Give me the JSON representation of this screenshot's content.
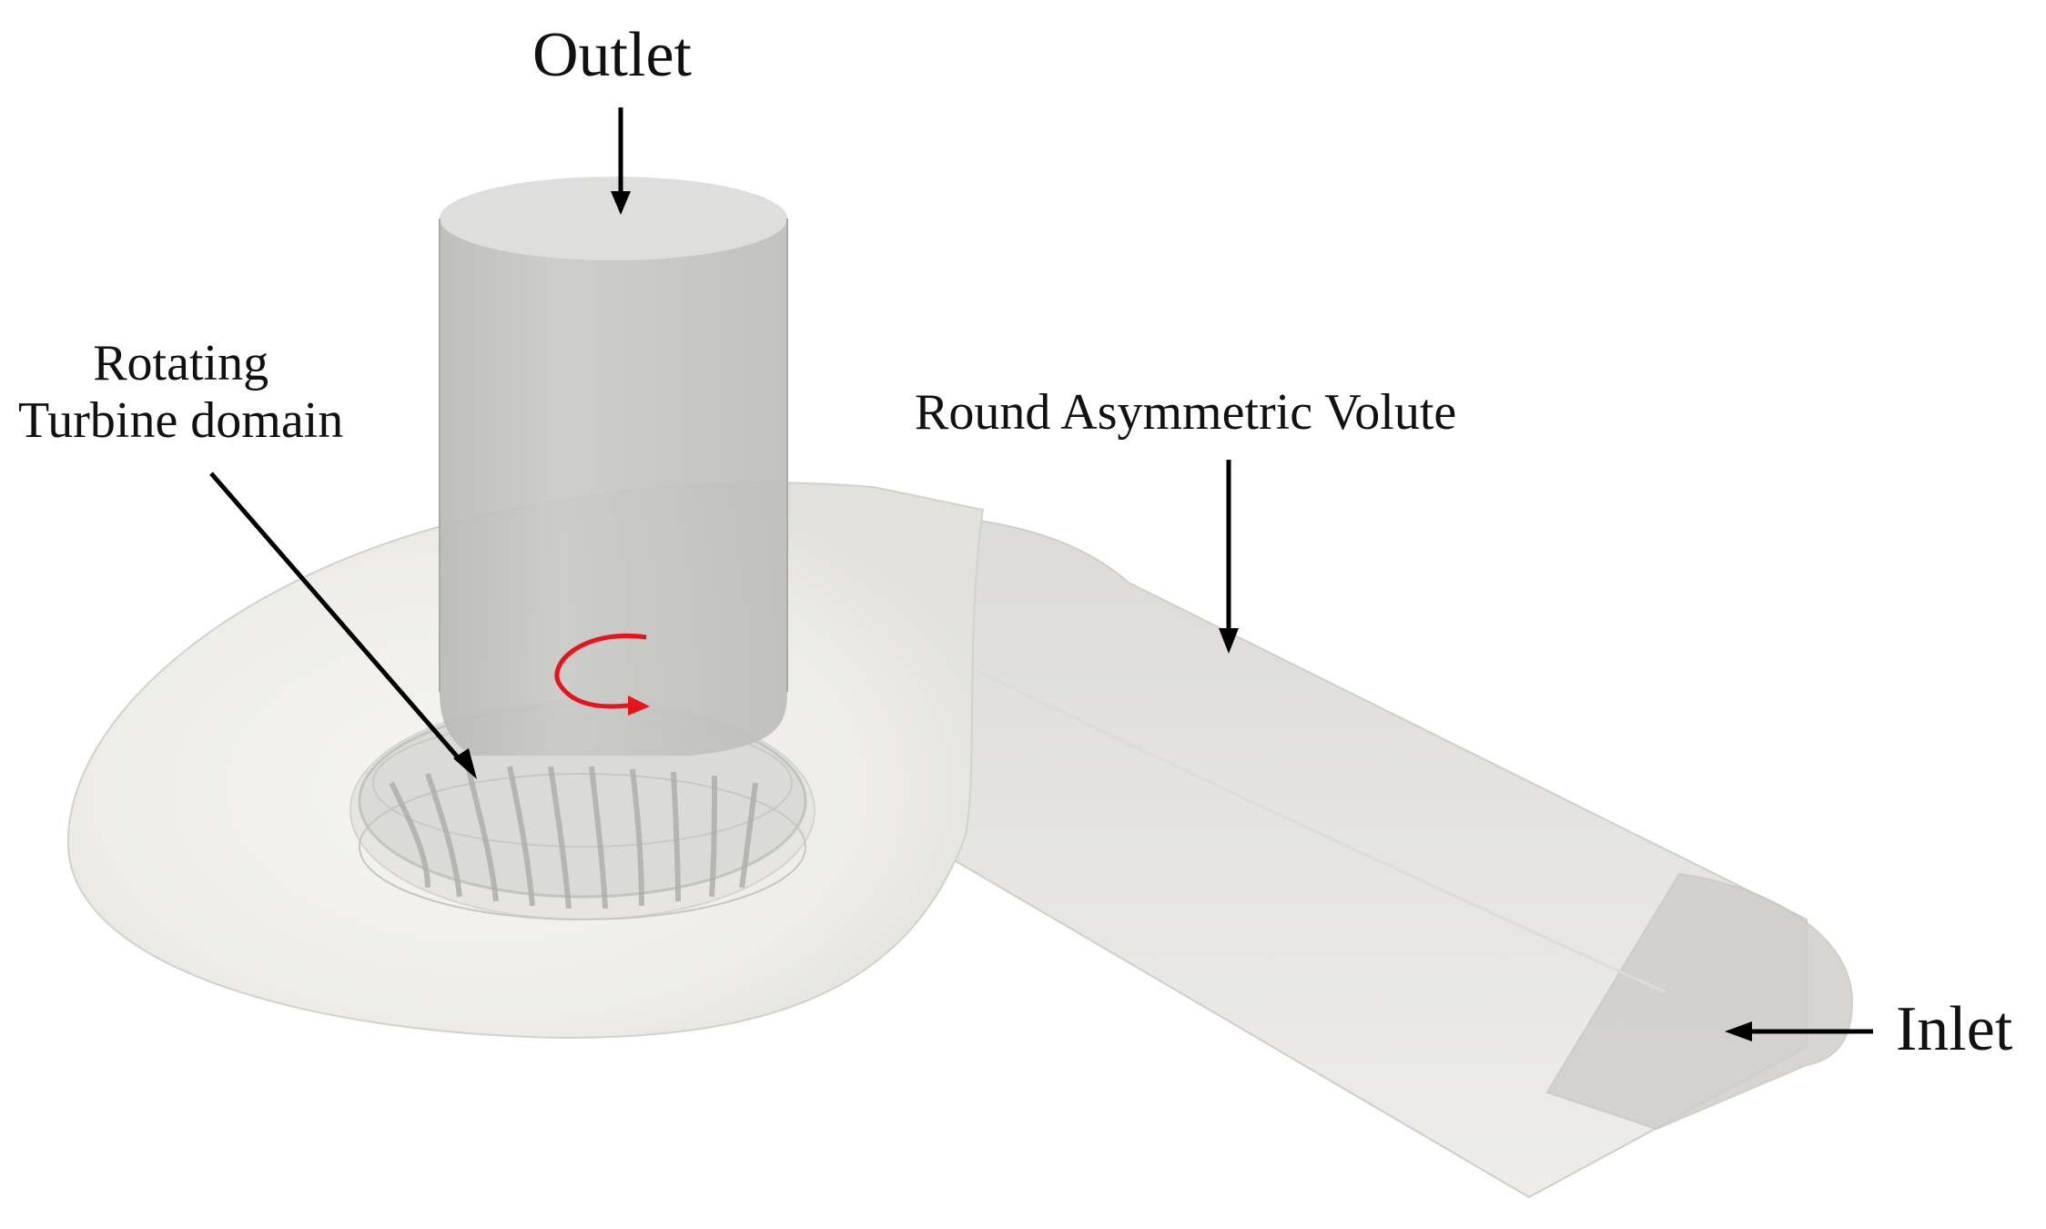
{
  "labels": {
    "outlet": "Outlet",
    "rotating_line1": "Rotating",
    "rotating_line2": "Turbine domain",
    "volute": "Round Asymmetric Volute",
    "inlet": "Inlet"
  },
  "colors": {
    "volute_fill": "#eceae4",
    "volute_edge": "#d4d2cc",
    "outlet_pipe": "#c4c4c2",
    "rotor": "#dadad6",
    "blade": "#b8b8b4",
    "arrow": "#000000",
    "rotation_arrow": "#e8141a"
  },
  "icons": {
    "rotation": "curved-rotation-arrow"
  }
}
